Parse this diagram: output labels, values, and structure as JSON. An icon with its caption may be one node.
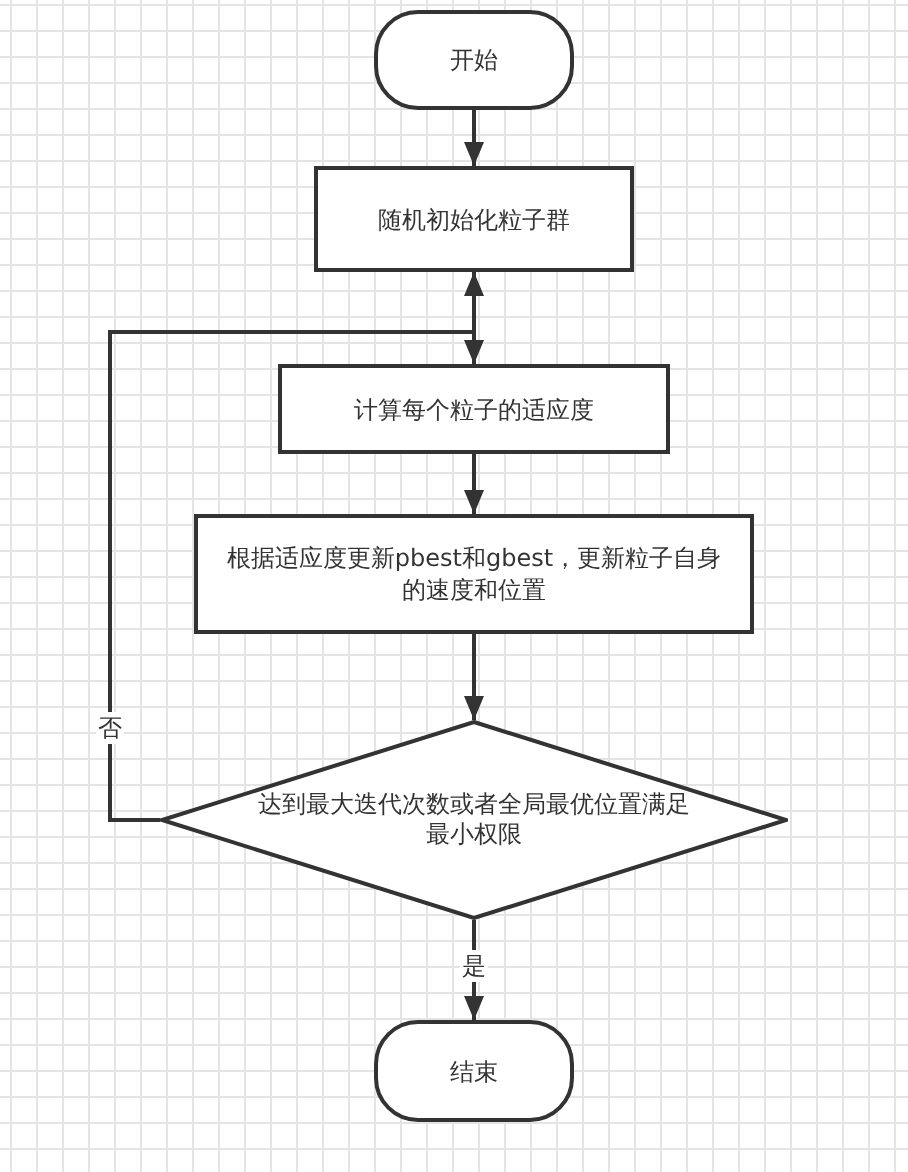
{
  "diagram": {
    "nodes": [
      {
        "text": [
          "开始"
        ]
      },
      {
        "text": [
          "随机初始化粒子群"
        ]
      },
      {
        "text": [
          "计算每个粒子的适应度"
        ]
      },
      {
        "text": [
          "根据适应度更新pbest和gbest，更新粒子自身的速度和位置"
        ]
      },
      {
        "text": [
          "达到最大迭代次数或者全局最优位置满足最小权限"
        ]
      },
      {
        "text": [
          "结束"
        ]
      }
    ],
    "edges": [
      {
        "from": 0,
        "to": 1,
        "arrow": "to"
      },
      {
        "from": 1,
        "to": 2,
        "arrow": "to"
      },
      {
        "from": 2,
        "to": 3,
        "arrow": "to"
      },
      {
        "from": 3,
        "to": 4,
        "arrow": "to"
      },
      {
        "from": 4,
        "to": 1,
        "arrow": "to",
        "label": "否"
      },
      {
        "from": 4,
        "to": 5,
        "arrow": "to",
        "label": "是"
      }
    ]
  }
}
